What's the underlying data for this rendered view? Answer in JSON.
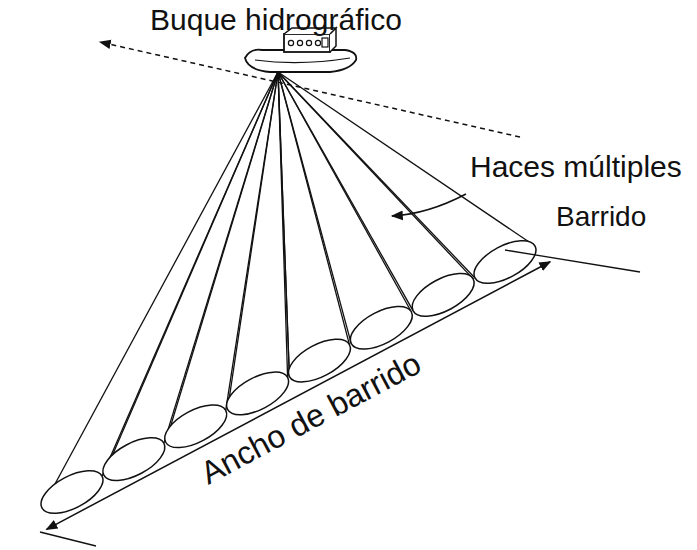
{
  "diagram": {
    "labels": [
      "Buque hidrográfico",
      "Haces múltiples",
      "Barrido",
      "Ancho de barrido"
    ]
  }
}
